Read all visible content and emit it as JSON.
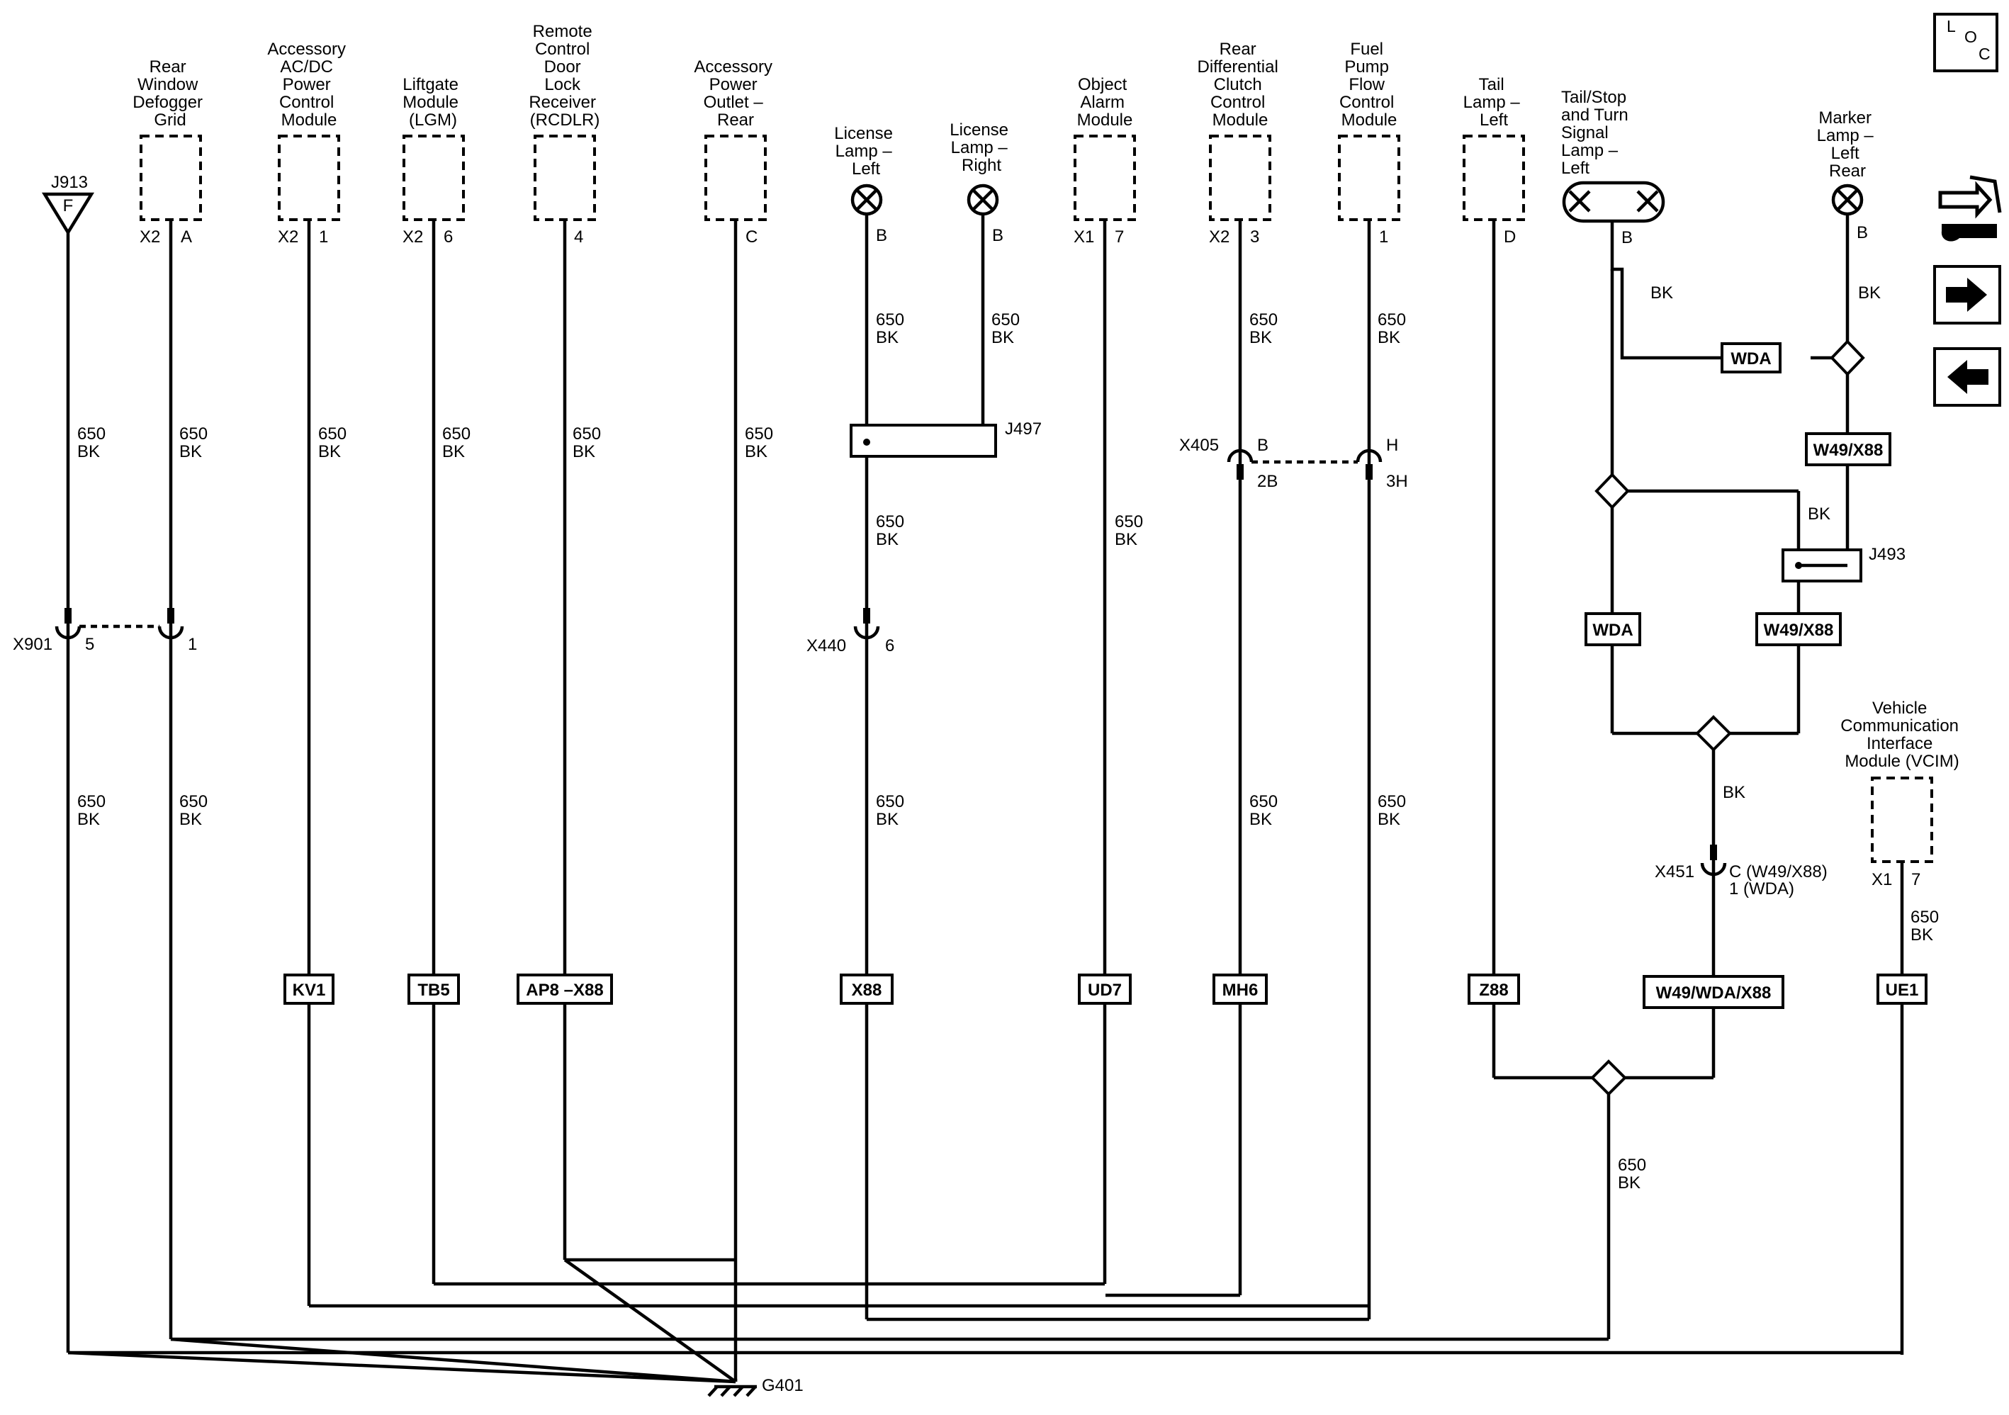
{
  "diagram": {
    "ground": "G401",
    "loc_icon": {
      "L": "L",
      "O": "O",
      "C": "C"
    },
    "side_icons": [
      "connector-end-view-icon",
      "arrow-right-icon",
      "arrow-left-icon"
    ],
    "components": {
      "rear_defogger": [
        "Rear",
        "Window",
        "Defogger",
        "Grid"
      ],
      "acc_acdc": [
        "Accessory",
        "AC/DC",
        "Power",
        "Control",
        "Module"
      ],
      "liftgate": [
        "Liftgate",
        "Module",
        "(LGM)"
      ],
      "rcdlr": [
        "Remote",
        "Control",
        "Door",
        "Lock",
        "Receiver",
        "(RCDLR)"
      ],
      "acc_outlet": [
        "Accessory",
        "Power",
        "Outlet –",
        "Rear"
      ],
      "license_left": [
        "License",
        "Lamp –",
        "Left"
      ],
      "license_right": [
        "License",
        "Lamp –",
        "Right"
      ],
      "object_alarm": [
        "Object",
        "Alarm",
        "Module"
      ],
      "rear_diff": [
        "Rear",
        "Differential",
        "Clutch",
        "Control",
        "Module"
      ],
      "fuel_pump": [
        "Fuel",
        "Pump",
        "Flow",
        "Control",
        "Module"
      ],
      "tail_lamp": [
        "Tail",
        "Lamp –",
        "Left"
      ],
      "tail_stop": [
        "Tail/Stop",
        "and Turn",
        "Signal",
        "Lamp –",
        "Left"
      ],
      "marker_lamp": [
        "Marker",
        "Lamp –",
        "Left",
        "Rear"
      ],
      "vcim": [
        "Vehicle",
        "Communication",
        "Interface",
        "Module (VCIM)"
      ]
    },
    "pins": {
      "j913_id": "J913",
      "j913_f": "F",
      "defog_conn": "X2",
      "defog_pin": "A",
      "acdc_conn": "X2",
      "acdc_pin": "1",
      "lgm_conn": "X2",
      "lgm_pin": "6",
      "rcdlr_pin": "4",
      "outlet_pin": "C",
      "lic_left_pin": "B",
      "lic_right_pin": "B",
      "alarm_conn": "X1",
      "alarm_pin": "7",
      "diff_conn": "X2",
      "diff_pin": "3",
      "fuel_pin": "1",
      "tail_pin": "D",
      "tailstop_pin": "B",
      "marker_pin": "B",
      "vcim_conn": "X1",
      "vcim_pin": "7"
    },
    "connectors": {
      "x901": "X901",
      "x901_p5": "5",
      "x901_p1": "1",
      "x440": "X440",
      "x440_p": "6",
      "x405": "X405",
      "x405_b": "B",
      "x405_h": "H",
      "x405_2b": "2B",
      "x405_3h": "3H",
      "x451": "X451",
      "x451_pins_1": "C (W49/X88)",
      "x451_pins_2": "1 (WDA)",
      "j497": "J497",
      "j493": "J493"
    },
    "wire": {
      "circuit": "650",
      "color": "BK"
    },
    "options": {
      "kv1": "KV1",
      "tb5": "TB5",
      "ap8": "AP8 –X88",
      "x88": "X88",
      "ud7": "UD7",
      "mh6": "MH6",
      "z88": "Z88",
      "w49wdax88": "W49/WDA/X88",
      "ue1": "UE1",
      "wda_top": "WDA",
      "w49x88_right": "W49/X88",
      "wda_mid": "WDA",
      "w49x88_mid": "W49/X88"
    }
  }
}
